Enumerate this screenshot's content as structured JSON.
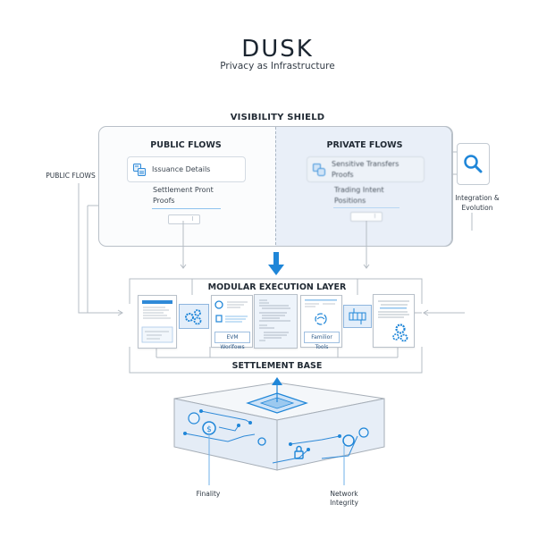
{
  "header": {
    "logo": "DUSK",
    "tagline": "Privacy as Infrastructure"
  },
  "visibility_shield": {
    "title": "VISIBILITY SHIELD",
    "public": {
      "title": "PUBLIC FLOWS",
      "card_label": "Issuance Details",
      "sub_label_line1": "Settlement Pront",
      "sub_label_line2": "Proofs"
    },
    "private": {
      "title": "PRIVATE FLOWS",
      "card_label_line1": "Sensitive Transfers",
      "card_label_line2": "Proofs",
      "sub_label_line1": "Trading Intent",
      "sub_label_line2": "Positions"
    }
  },
  "left_label": "PUBLIC FLOWS",
  "right_label": {
    "line1": "Integration &",
    "line2": "Evolution"
  },
  "execution_layer": {
    "title": "MODULAR EXECUTION LAYER",
    "evm_label": "EVM Worlfows",
    "tools_label": "Familior Tools"
  },
  "settlement": {
    "title": "SETTLEMENT BASE"
  },
  "base_labels": {
    "finality": "Finality",
    "network_line1": "Network",
    "network_line2": "Integrity"
  },
  "colors": {
    "accent_blue": "#1f86d8",
    "private_panel": "#e9eff8",
    "border_gray": "#b9c0c8",
    "text_dark": "#1b2530"
  }
}
